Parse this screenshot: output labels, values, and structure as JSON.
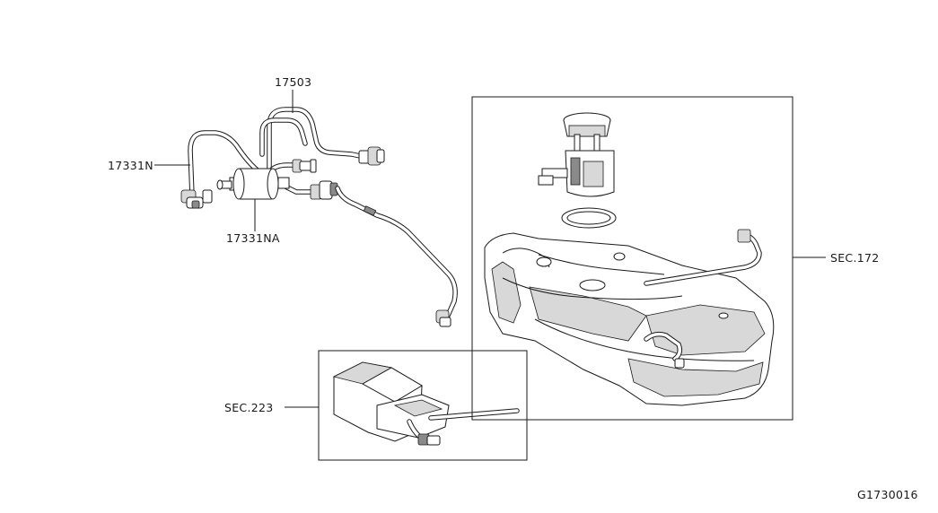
{
  "parts": {
    "p17503": "17503",
    "p17331n": "17331N",
    "p17331na": "17331NA",
    "sec172": "SEC.172",
    "sec223": "SEC.223"
  },
  "diagram_id": "G1730016"
}
